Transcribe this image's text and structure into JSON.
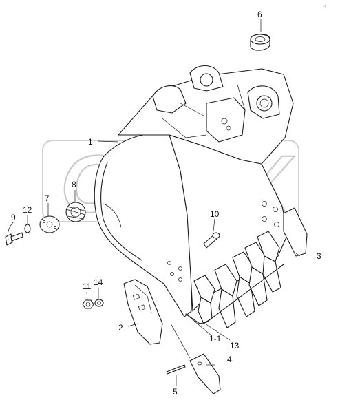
{
  "watermark": {
    "text": "OPEX"
  },
  "corner_mark": "ⅎ",
  "callouts": [
    {
      "id": "c6",
      "label": "6"
    },
    {
      "id": "c1",
      "label": "1"
    },
    {
      "id": "c8",
      "label": "8"
    },
    {
      "id": "c7",
      "label": "7"
    },
    {
      "id": "c12",
      "label": "12"
    },
    {
      "id": "c9",
      "label": "9"
    },
    {
      "id": "c10",
      "label": "10"
    },
    {
      "id": "c3",
      "label": "3"
    },
    {
      "id": "c11",
      "label": "11"
    },
    {
      "id": "c14",
      "label": "14"
    },
    {
      "id": "c2",
      "label": "2"
    },
    {
      "id": "c1-1",
      "label": "1-1"
    },
    {
      "id": "c13",
      "label": "13"
    },
    {
      "id": "c4",
      "label": "4"
    },
    {
      "id": "c5",
      "label": "5"
    }
  ]
}
